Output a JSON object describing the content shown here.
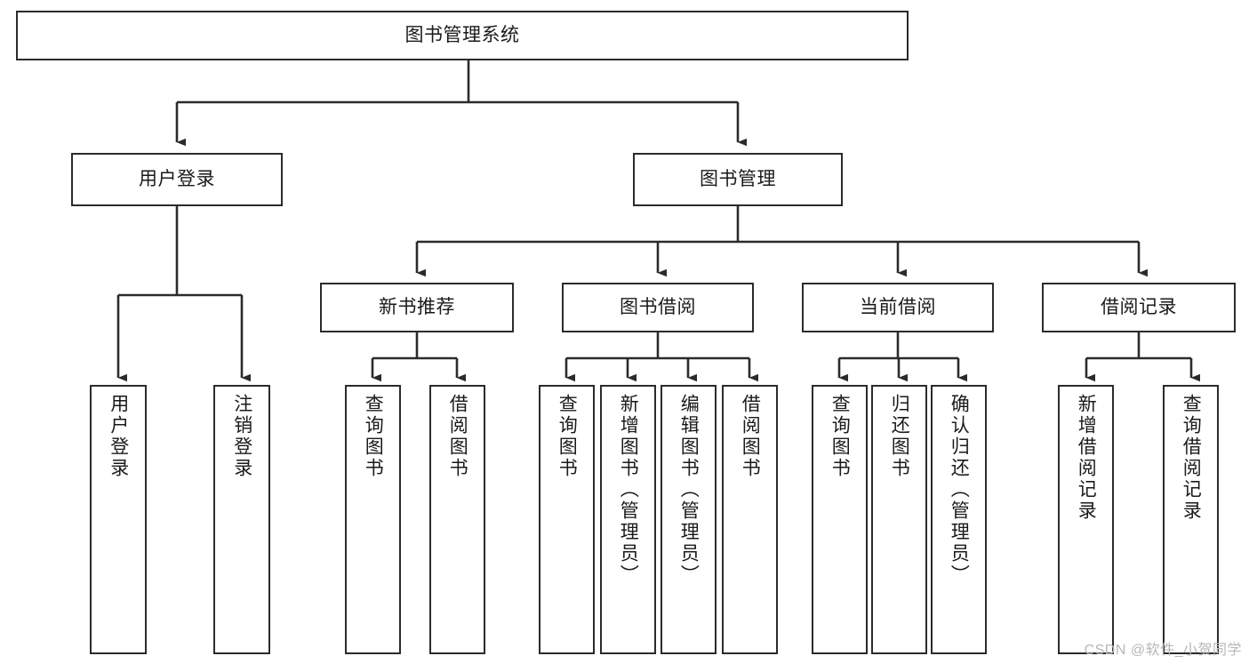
{
  "diagram": {
    "title": "图书管理系统",
    "watermark": "CSDN @软件_小贺同学",
    "levels": {
      "root": {
        "label": "图书管理系统"
      },
      "level2": [
        {
          "label": "用户登录"
        },
        {
          "label": "图书管理"
        }
      ],
      "level3": [
        {
          "label": "新书推荐"
        },
        {
          "label": "图书借阅"
        },
        {
          "label": "当前借阅"
        },
        {
          "label": "借阅记录"
        }
      ],
      "leaves": {
        "user_login": [
          {
            "label": "用户登录"
          },
          {
            "label": "注销登录"
          }
        ],
        "new_book_recommend": [
          {
            "label": "查询图书"
          },
          {
            "label": "借阅图书"
          }
        ],
        "book_borrow": [
          {
            "label": "查询图书"
          },
          {
            "label": "新增图书（管理员）"
          },
          {
            "label": "编辑图书（管理员）"
          },
          {
            "label": "借阅图书"
          }
        ],
        "current_borrow": [
          {
            "label": "查询图书"
          },
          {
            "label": "归还图书"
          },
          {
            "label": "确认归还（管理员）"
          }
        ],
        "borrow_record": [
          {
            "label": "新增借阅记录"
          },
          {
            "label": "查询借阅记录"
          }
        ]
      }
    },
    "colors": {
      "stroke": "#2b2b2b",
      "fill": "#ffffff",
      "text": "#1a1a1a",
      "watermark": "#b6b6b6"
    }
  }
}
